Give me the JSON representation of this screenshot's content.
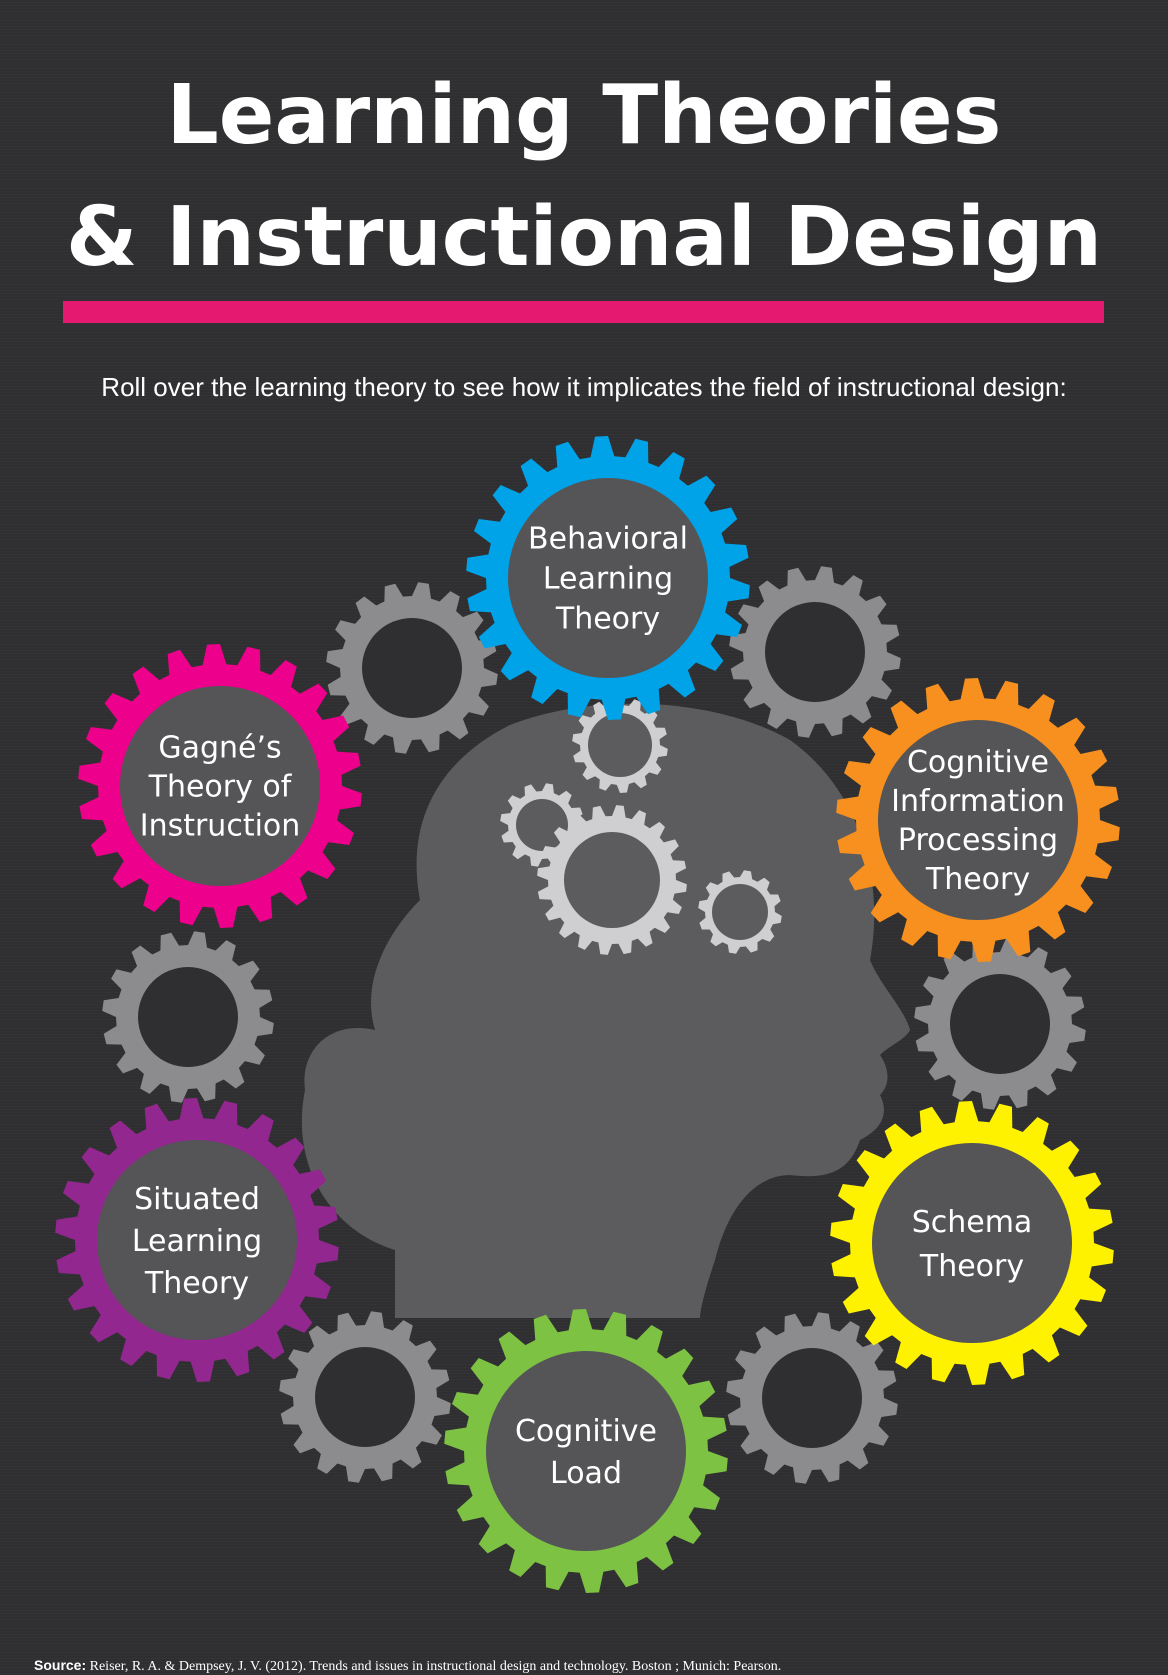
{
  "title": {
    "line1": "Learning Theories",
    "line2": "& Instructional Design"
  },
  "subtitle": "Roll over the learning theory to see how it implicates the field of instructional design:",
  "theories": [
    {
      "id": "behavioral",
      "lines": [
        "Behavioral",
        "Learning",
        "Theory"
      ],
      "color": "#00a3e8"
    },
    {
      "id": "cognitive-info",
      "lines": [
        "Cognitive",
        "Information",
        "Processing",
        "Theory"
      ],
      "color": "#f7901e"
    },
    {
      "id": "schema",
      "lines": [
        "Schema",
        "Theory"
      ],
      "color": "#fff200"
    },
    {
      "id": "cognitive-load",
      "lines": [
        "Cognitive",
        "Load"
      ],
      "color": "#7dc242"
    },
    {
      "id": "situated",
      "lines": [
        "Situated",
        "Learning",
        "Theory"
      ],
      "color": "#92278f"
    },
    {
      "id": "gagne",
      "lines": [
        "Gagné’s",
        "Theory of",
        "Instruction"
      ],
      "color": "#ec008c"
    }
  ],
  "colors": {
    "background": "#2f2f31",
    "accent_rule": "#e5196f",
    "connector_gear": "#8c8c8e",
    "head_silhouette": "#5c5c5e",
    "head_gear": "#cfcfd1",
    "gear_center": "#555557"
  },
  "source": {
    "label": "Source:",
    "text": "Reiser, R. A. & Dempsey, J. V. (2012). Trends and issues in instructional design and technology. Boston ; Munich: Pearson."
  }
}
